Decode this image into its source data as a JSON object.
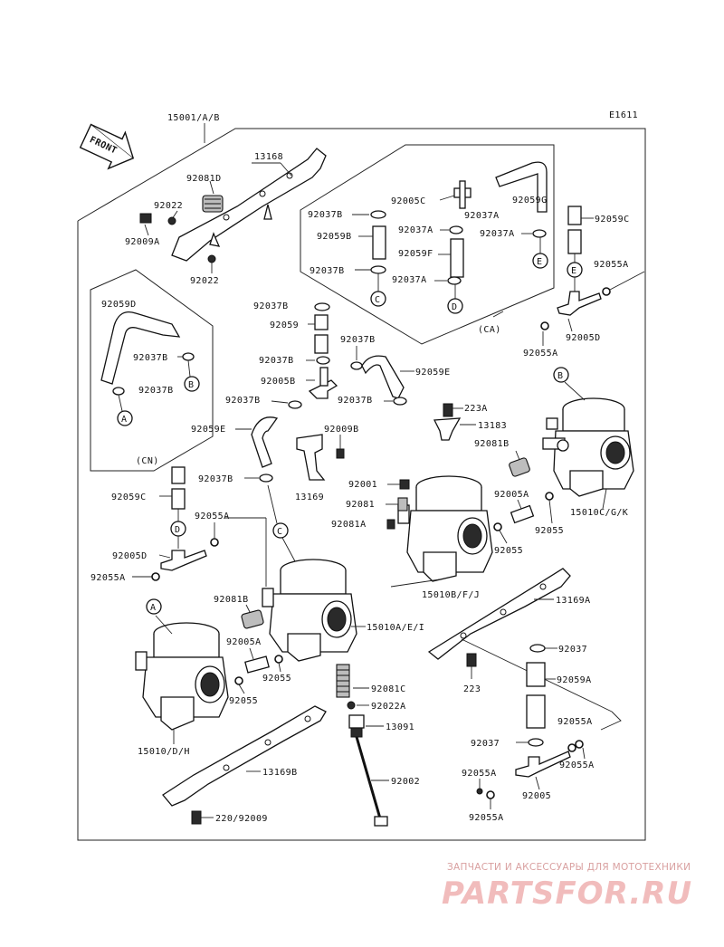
{
  "diagram_code": "E1611",
  "front_label": "FRONT",
  "labels": {
    "assy": "15001/A/B",
    "bar_top": "13168",
    "spring_top": "92081D",
    "ring_a": "92022",
    "bolt_a": "92009A",
    "ring_b": "92022",
    "ca_1": "92005C",
    "ca_2": "92059G",
    "ca_3": "92037A",
    "ca_4": "92037B",
    "ca_5": "92037A",
    "ca_6": "92059B",
    "ca_7": "92059F",
    "ca_8": "92037B",
    "ca_9": "92037A",
    "ca_group": "(CA)",
    "right_1": "92059C",
    "right_2": "92055A",
    "right_3": "92005D",
    "right_4": "92055A",
    "cn_1": "92059D",
    "cn_2": "92037B",
    "cn_3": "92037B",
    "cn_group": "(CN)",
    "mid_1": "92037B",
    "mid_2": "92059",
    "mid_3": "92037B",
    "mid_4": "92037B",
    "mid_5": "92005B",
    "mid_6": "92059E",
    "mid_7": "92037B",
    "mid_8": "92037B",
    "mid_9": "223A",
    "mid_10": "13183",
    "mid_11": "92059E",
    "mid_12": "92009B",
    "mid_13": "92081B",
    "mid_14": "92037B",
    "mid_15": "13169",
    "mid_16": "92001",
    "mid_17": "92081",
    "mid_18": "92081A",
    "mid_19": "92005A",
    "mid_20": "92055",
    "mid_21": "92055",
    "carb_b": "15010C/G/K",
    "carb_c": "15010B/F/J",
    "left_1": "92059C",
    "left_2": "92055A",
    "left_3": "92005D",
    "left_4": "92055A",
    "carb_a_label": "92081B",
    "carb_a": "15010A/E/I",
    "bar_b": "13169A",
    "spring_c": "92005A",
    "ring_c": "92055",
    "ring_d": "92055",
    "spring_d": "92081C",
    "ring_e": "92022A",
    "screw_a": "13091",
    "bolt_b": "223",
    "carb_d": "15010/D/H",
    "bar_c": "13169B",
    "rod": "92002",
    "bolt_c": "220/92009",
    "br_1": "92037",
    "br_2": "92059A",
    "br_3": "92055A",
    "br_4": "92037",
    "br_5": "92055A",
    "br_6": "92055A",
    "br_7": "92005",
    "br_8": "92055A"
  },
  "connectors": [
    "A",
    "B",
    "C",
    "D",
    "E"
  ],
  "watermark": {
    "tagline": "ЗАПЧАСТИ И АКСЕССУАРЫ ДЛЯ МОТОТЕХНИКИ",
    "brand": "PARTSFOR.RU"
  }
}
